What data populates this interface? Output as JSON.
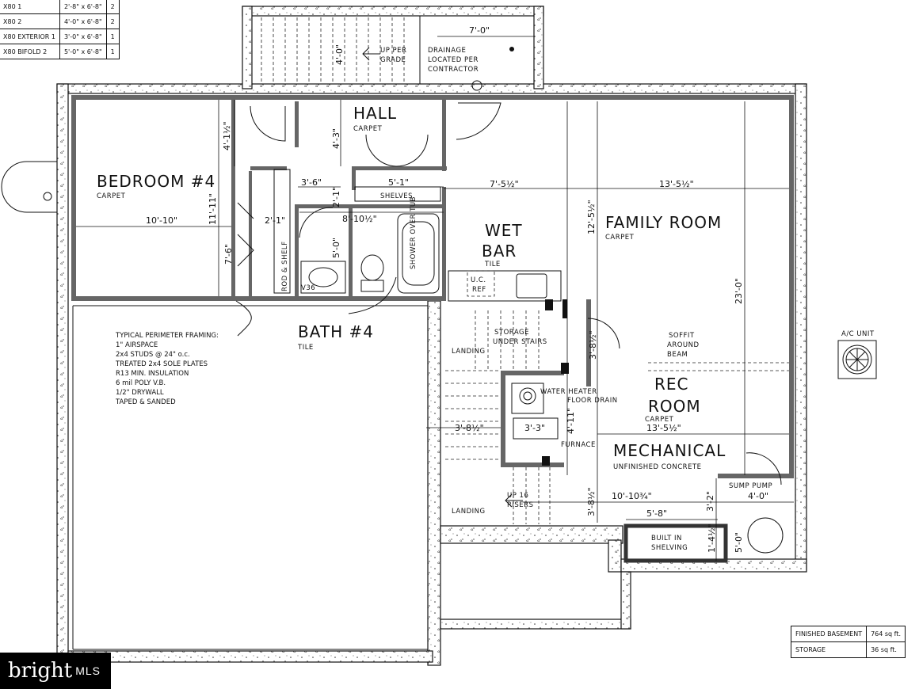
{
  "door_schedule": [
    {
      "type": "X80 1",
      "size": "2'-8\" x 6'-8\"",
      "qty": "2"
    },
    {
      "type": "X80 2",
      "size": "4'-0\" x 6'-8\"",
      "qty": "2"
    },
    {
      "type": "X80 EXTERIOR 1",
      "size": "3'-0\" x 6'-8\"",
      "qty": "1"
    },
    {
      "type": "X80 BIFOLD 2",
      "size": "5'-0\" x 6'-8\"",
      "qty": "1"
    }
  ],
  "rooms": {
    "bedroom": {
      "name": "BEDROOM #4",
      "floor": "CARPET"
    },
    "hall": {
      "name": "HALL",
      "floor": "CARPET"
    },
    "wet_bar": {
      "name_1": "WET",
      "name_2": "BAR",
      "floor": "TILE"
    },
    "family_room": {
      "name": "FAMILY ROOM",
      "floor": "CARPET"
    },
    "bath": {
      "name": "BATH #4",
      "floor": "TILE"
    },
    "rec_room": {
      "name_1": "REC",
      "name_2": "ROOM",
      "floor": "CARPET"
    },
    "mechanical": {
      "name": "MECHANICAL",
      "floor": "UNFINISHED CONCRETE"
    }
  },
  "labels": {
    "shelves": "SHELVES",
    "rod_shelf": "ROD & SHELF",
    "shower": "SHOWER OVER TUB",
    "uc_ref_1": "U.C.",
    "uc_ref_2": "REF",
    "v36": "V36",
    "storage_1": "STORAGE",
    "storage_2": "UNDER STAIRS",
    "landing_upper": "LANDING",
    "landing_lower": "LANDING",
    "soffit_1": "SOFFIT",
    "soffit_2": "AROUND",
    "soffit_3": "BEAM",
    "ac_unit": "A/C UNIT",
    "water_heater": "WATER HEATER",
    "floor_drain": "FLOOR DRAIN",
    "furnace": "FURNACE",
    "sump_pump": "SUMP PUMP",
    "built_in_1": "BUILT IN",
    "built_in_2": "SHELVING",
    "up_per_1": "UP PER",
    "up_per_2": "GRADE",
    "drainage_1": "DRAINAGE",
    "drainage_2": "LOCATED PER",
    "drainage_3": "CONTRACTOR",
    "up_risers_1": "UP 16",
    "up_risers_2": "RISERS"
  },
  "framing_note": [
    "TYPICAL PERIMETER FRAMING:",
    "1\" AIRSPACE",
    "2x4 STUDS @ 24\" o.c.",
    "TREATED 2x4 SOLE PLATES",
    "R13 MIN. INSULATION",
    "6 mil POLY V.B.",
    "1/2\" DRYWALL",
    "TAPED & SANDED"
  ],
  "dimensions": {
    "stair_width": "7'-0\"",
    "stair_depth": "4'-0\"",
    "hall_a": "4'-1½\"",
    "hall_b": "4'-3\"",
    "bedroom_width": "10'-10\"",
    "bedroom_depth": "11'-11\"",
    "closet_depth": "7'-6\"",
    "closet_a": "3'-6\"",
    "closet_b": "2'-1\"",
    "closet_c": "2'-1\"",
    "shelves_width": "5'-1\"",
    "bath_width": "8'-10½\"",
    "bath_depth": "5'-0\"",
    "hall_width": "7'-5½\"",
    "family_width": "13'-5½\"",
    "family_a": "12'-5½\"",
    "family_depth": "23'-0\"",
    "storage_depth": "3'-8½\"",
    "stair_run": "3'-8½\"",
    "heater_box": "3'-3\"",
    "mech_a": "4'-11\"",
    "rec_width": "13'-5½\"",
    "mech_width": "10'-10¾\"",
    "mech_b": "3'-8½\"",
    "mech_c": "5'-8\"",
    "mech_d": "4'-0\"",
    "mech_e": "3'-2\"",
    "mech_f": "1'-4½\"",
    "mech_g": "5'-0\""
  },
  "area_table": [
    {
      "label": "FINISHED BASEMENT",
      "value": "764 sq ft."
    },
    {
      "label": "STORAGE",
      "value": "36 sq ft."
    }
  ],
  "watermark": {
    "brand": "bright",
    "suffix": "MLS"
  }
}
